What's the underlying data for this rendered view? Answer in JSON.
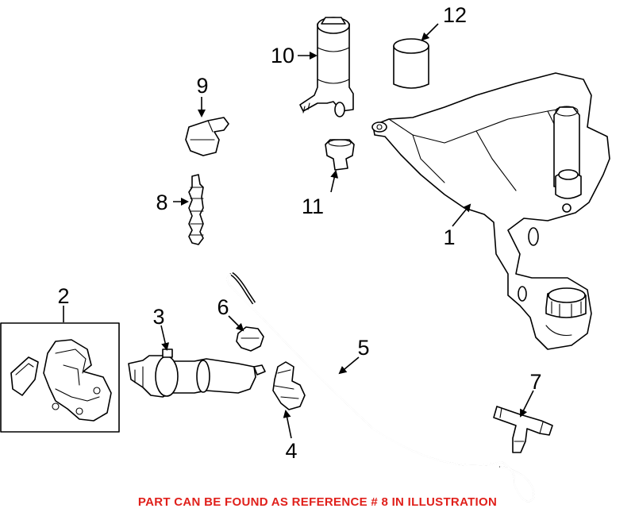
{
  "callouts": {
    "c1": "1",
    "c2": "2",
    "c3": "3",
    "c4": "4",
    "c5": "5",
    "c6": "6",
    "c7": "7",
    "c8": "8",
    "c9": "9",
    "c10": "10",
    "c11": "11",
    "c12": "12"
  },
  "note": {
    "text": "PART CAN BE FOUND AS REFERENCE # 8 IN ILLUSTRATION",
    "color": "#e0201b"
  }
}
